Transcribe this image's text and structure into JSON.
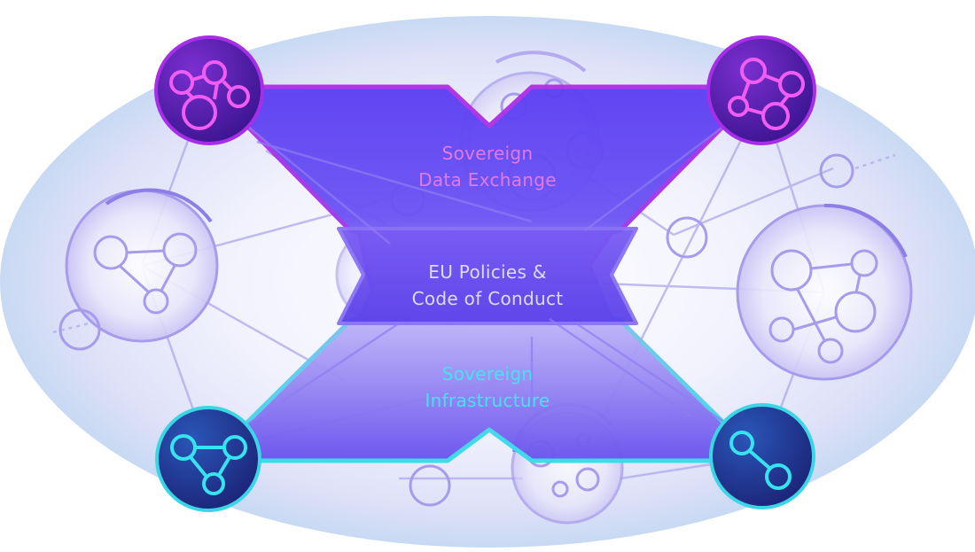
{
  "labels": {
    "top": {
      "line1": "Sovereign",
      "line2": "Data Exchange"
    },
    "middle": {
      "line1": "EU Policies &",
      "line2": "Code of Conduct"
    },
    "bottom": {
      "line1": "Sovereign",
      "line2": "Infrastructure"
    }
  },
  "colors": {
    "x_shape": "#6a4cf4",
    "top_edge": "#b12fe8",
    "bottom_edge": "#3ed6ea",
    "corner_top_node": "#6b1fb0",
    "corner_bottom_node": "#263a9c",
    "label_top": "#e07ae8",
    "label_bottom": "#3ee6ee",
    "background_ellipse": "#c9d8f4"
  },
  "icons": {
    "top_left": "network-node-icon",
    "top_right": "network-node-icon",
    "bottom_left": "network-node-icon",
    "bottom_right": "network-node-icon"
  }
}
